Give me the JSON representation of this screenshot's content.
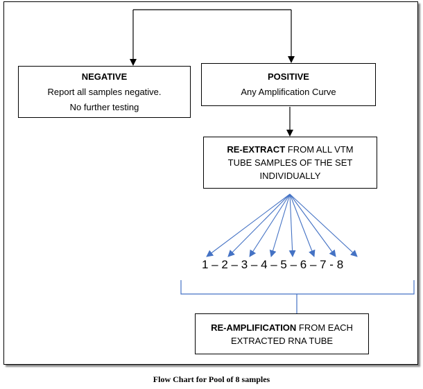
{
  "diagram": {
    "nodes": {
      "negative": {
        "title": "NEGATIVE",
        "lines": [
          "Report all samples negative.",
          "No further testing"
        ]
      },
      "positive": {
        "title": "POSITIVE",
        "lines": [
          "Any Amplification Curve"
        ]
      },
      "reextract": {
        "title": "RE-EXTRACT",
        "title_rest": " FROM ALL VTM",
        "lines": [
          "TUBE SAMPLES OF THE SET",
          "INDIVIDUALLY"
        ]
      },
      "reamplification": {
        "title": "RE-AMPLIFICATION",
        "title_rest": " FROM EACH",
        "lines": [
          "EXTRACTED RNA TUBE"
        ]
      }
    },
    "sample_sequence": "1 – 2 – 3 – 4 – 5 – 6 – 7 - 8",
    "sample_count": 8,
    "colors": {
      "box_border": "#000000",
      "connector": "#000000",
      "fanout_arrow": "#4472C4",
      "frame_shadow": "#8a8a8a"
    }
  },
  "caption": "Flow Chart for Pool of 8 samples"
}
